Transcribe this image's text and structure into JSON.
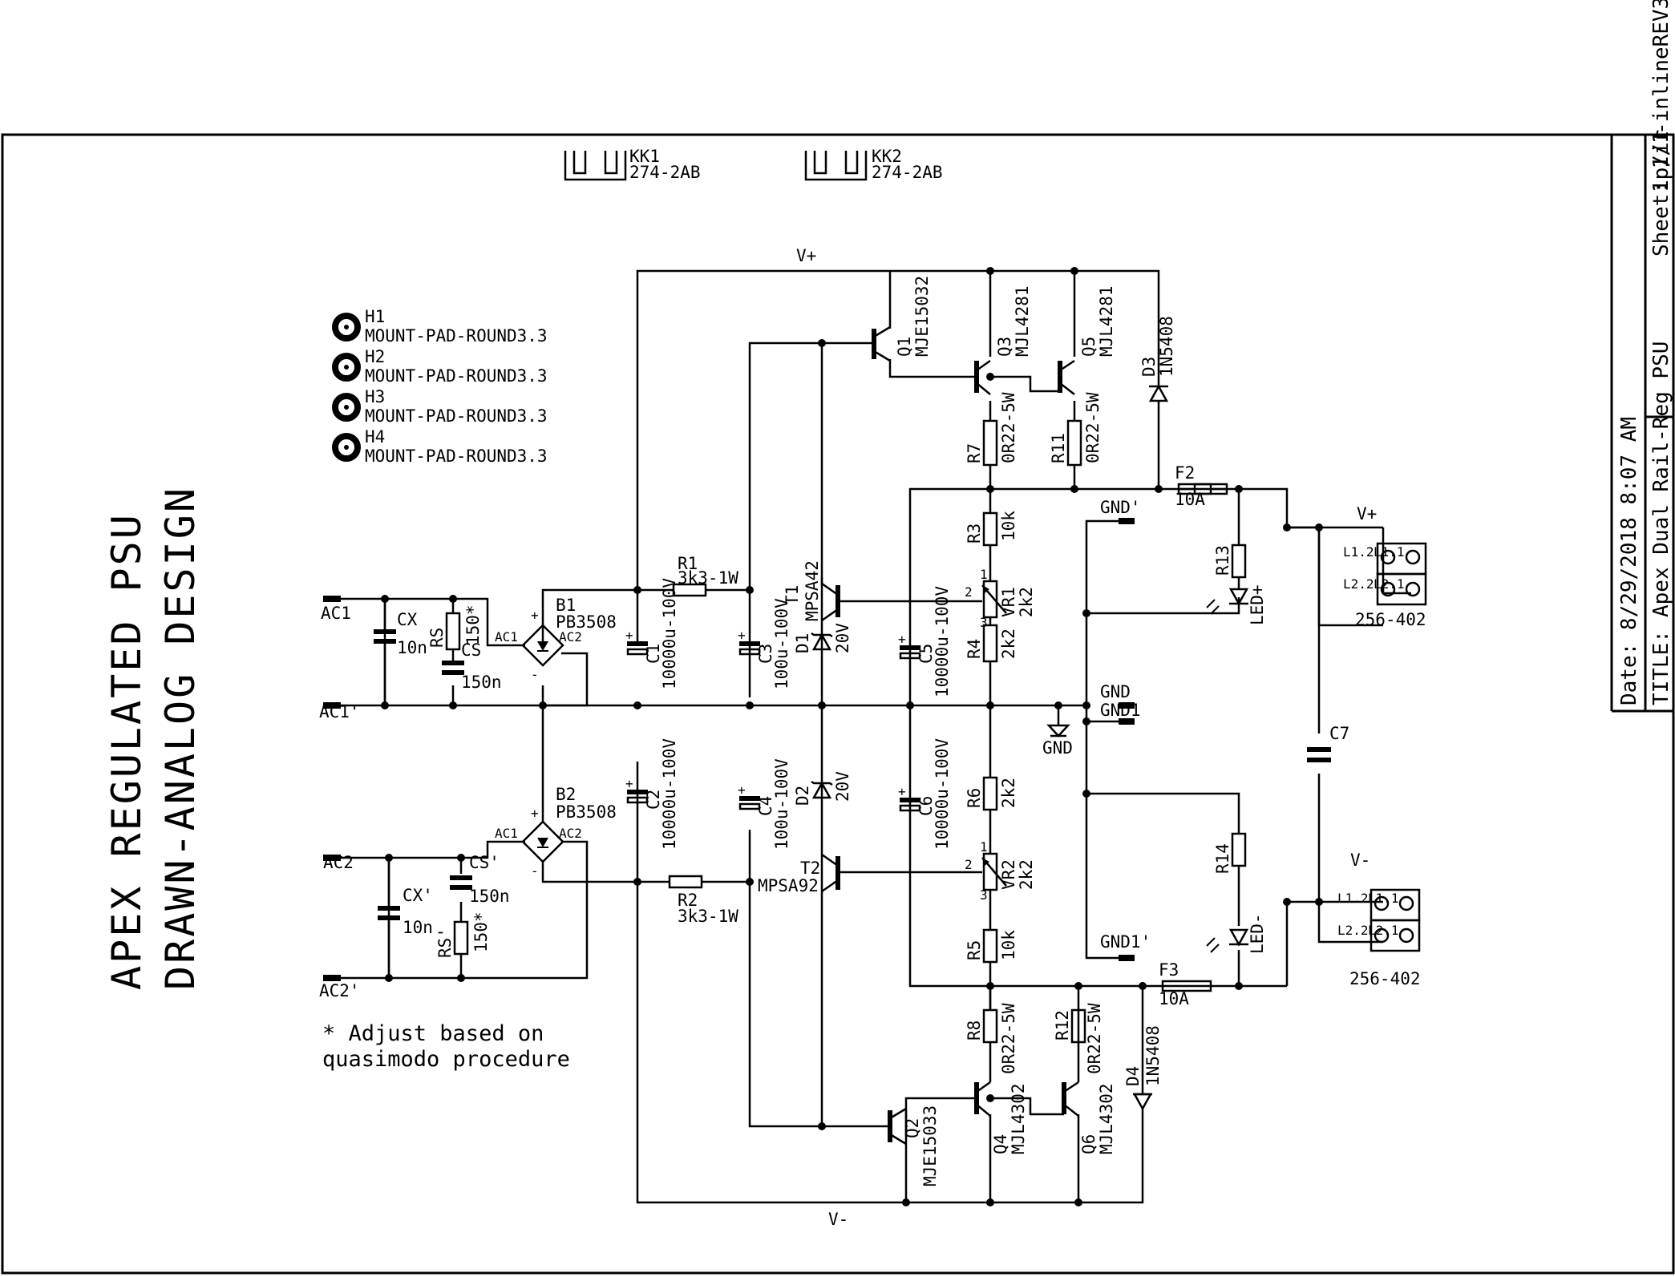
{
  "title_block": {
    "date": "Date: 8/29/2018 8:07 AM",
    "title_label": "TITLE:",
    "title_value": "Apex Dual Rail-Reg PSU",
    "sheet": "Sheet: 1/1",
    "top_right": "-inlineREV3",
    "top_right_extra": "1p/ir"
  },
  "heading": {
    "line1": "APEX REGULATED PSU",
    "line2": "DRAWN-ANALOG DESIGN"
  },
  "note": {
    "line1": "* Adjust based on",
    "line2": "quasimodo procedure"
  },
  "heatsinks": [
    {
      "name": "KK1",
      "value": "274-2AB"
    },
    {
      "name": "KK2",
      "value": "274-2AB"
    }
  ],
  "mount_pads": [
    {
      "name": "H1",
      "value": "MOUNT-PAD-ROUND3.3"
    },
    {
      "name": "H2",
      "value": "MOUNT-PAD-ROUND3.3"
    },
    {
      "name": "H3",
      "value": "MOUNT-PAD-ROUND3.3"
    },
    {
      "name": "H4",
      "value": "MOUNT-PAD-ROUND3.3"
    }
  ],
  "labels": {
    "ac1": "AC1",
    "ac1p": "AC1'",
    "ac2": "AC2",
    "ac2p": "AC2'",
    "cx": "CX",
    "cx_val": "10n",
    "cxp": "CX'",
    "cxp_val": "10n",
    "rs": "RS",
    "rs_val": "150*",
    "rsp": "RS'",
    "rsp_val": "150*",
    "cs": "CS",
    "cs_val": "150n",
    "csp": "CS'",
    "csp_val": "150n",
    "b1": "B1",
    "b1_val": "PB3508",
    "b2": "B2",
    "b2_val": "PB3508",
    "pin_ac1": "AC1",
    "pin_ac2": "AC2",
    "plus": "+",
    "minus": "-",
    "r1": "R1",
    "r1_val": "3k3-1W",
    "r2": "R2",
    "r2_val": "3k3-1W",
    "c1": "C1",
    "c1_val": "10000u-100V",
    "c2": "C2",
    "c2_val": "10000u-100V",
    "c3": "C3",
    "c3_val": "100u-100V",
    "c4": "C4",
    "c4_val": "100u-100V",
    "c5": "C5",
    "c5_val": "10000u-100V",
    "c6": "C6",
    "c6_val": "10000u-100V",
    "d1": "D1",
    "d1_val": "20V",
    "d2": "D2",
    "d2_val": "20V",
    "t1": "T1",
    "t1_val": "MPSA42",
    "t2": "T2",
    "t2_val": "MPSA92",
    "q1": "Q1",
    "q1_val": "MJE15032",
    "q2": "Q2",
    "q2_val": "MJE15033",
    "q3": "Q3",
    "q3_val": "MJL4281",
    "q4": "Q4",
    "q4_val": "MJL4302",
    "q5": "Q5",
    "q5_val": "MJL4281",
    "q6": "Q6",
    "q6_val": "MJL4302",
    "r7": "R7",
    "r7_val": "0R22-5W",
    "r11": "R11",
    "r11_val": "0R22-5W",
    "r8": "R8",
    "r8_val": "0R22-5W",
    "r12": "R12",
    "r12_val": "0R22-5W",
    "r3": "R3",
    "r3_val": "10k",
    "r4": "R4",
    "r4_val": "2k2",
    "r5": "R5",
    "r5_val": "10k",
    "r6": "R6",
    "r6_val": "2k2",
    "vr1": "VR1",
    "vr1_val": "2k2",
    "vr2": "VR2",
    "vr2_val": "2k2",
    "pin1": "1",
    "pin2": "2",
    "pin3": "3",
    "d3": "D3",
    "d3_val": "1N5408",
    "d4": "D4",
    "d4_val": "1N5408",
    "f2": "F2",
    "f2_val": "10A",
    "f3": "F3",
    "f3_val": "10A",
    "r13": "R13",
    "r14": "R14",
    "ledp": "LED+",
    "ledm": "LED-",
    "c7": "C7",
    "gndp": "GND'",
    "gnd": "GND",
    "gnd1": "GND1",
    "gnd1p": "GND1'",
    "gnd_sym": "GND",
    "vplus": "V+",
    "vminus": "V-",
    "vplus_conn": "V+",
    "vminus_conn": "V-",
    "l11": "L1.1",
    "l12": "L1.2",
    "l21": "L2.1",
    "l22": "L2.2",
    "conn1_val": "256-402",
    "conn2_val": "256-402"
  }
}
